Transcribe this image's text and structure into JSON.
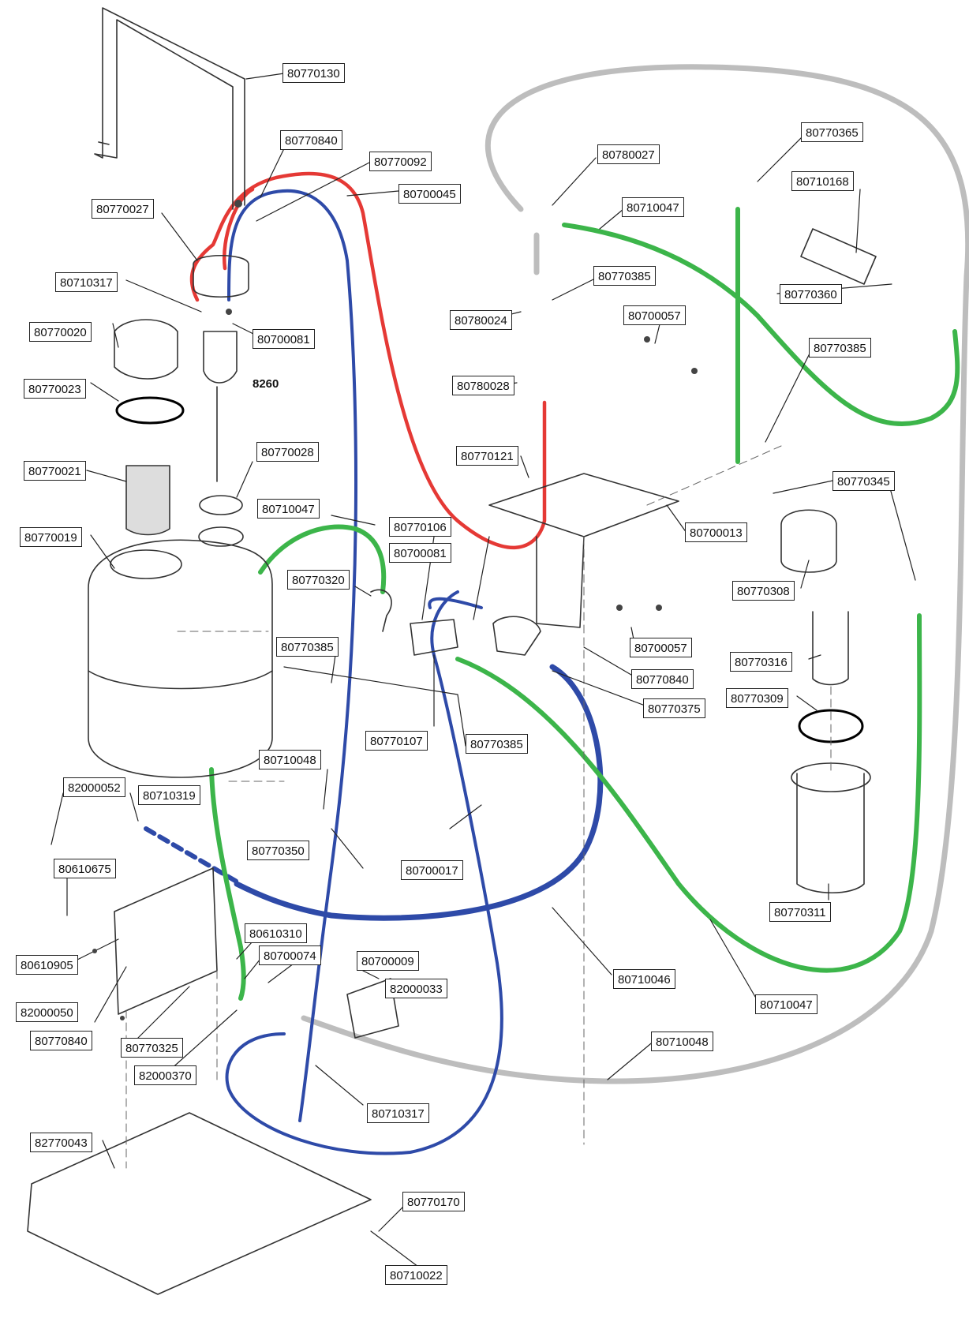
{
  "diagram": {
    "part_labels": [
      "80770130",
      "80770840",
      "80770092",
      "80700045",
      "80770027",
      "80710317",
      "80700081",
      "80770020",
      "80770023",
      "80770021",
      "80770028",
      "80770019",
      "80710047",
      "80770320",
      "80770106",
      "80700081",
      "80770385",
      "80710048",
      "80770107",
      "80770385",
      "82000052",
      "80710319",
      "80770350",
      "80700017",
      "80610675",
      "80610310",
      "80700074",
      "80700009",
      "82000033",
      "80610905",
      "82000050",
      "80770840",
      "80770325",
      "82000370",
      "80710317",
      "82770043",
      "80770170",
      "80710022",
      "80780027",
      "80710047",
      "80770385",
      "80780024",
      "80780028",
      "80770121",
      "80700057",
      "80700013",
      "80700057",
      "80770840",
      "80770375",
      "80710046",
      "80710047",
      "80710048",
      "80770365",
      "80710168",
      "80770360",
      "80770385",
      "80770345",
      "80770308",
      "80770316",
      "80770309",
      "80770311"
    ],
    "plain_label": "8260",
    "pipe_colors": {
      "red": "#e53935",
      "blue": "#2e4aa8",
      "green": "#3cb54a",
      "gray": "#bdbdbd"
    }
  }
}
